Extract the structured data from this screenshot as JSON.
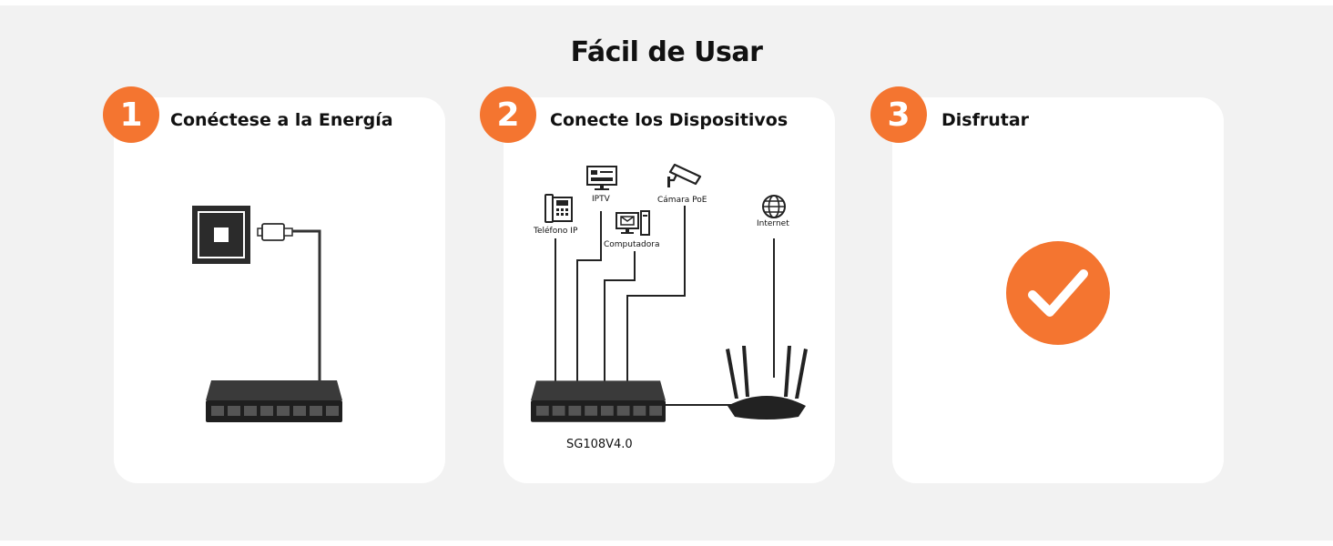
{
  "page": {
    "title": "Fácil de Usar"
  },
  "colors": {
    "accent": "#f47530",
    "background": "#f2f2f2",
    "card": "#ffffff",
    "device": "#2b2b2b"
  },
  "steps": [
    {
      "number": "1",
      "title": "Conéctese a la Energía",
      "icons": [
        "power-outlet-icon",
        "power-plug-icon",
        "network-switch-icon"
      ]
    },
    {
      "number": "2",
      "title": "Conecte los Dispositivos",
      "devices": {
        "ip_phone": "Teléfono IP",
        "iptv": "IPTV",
        "computer": "Computadora",
        "poe_camera": "Cámara PoE",
        "internet": "Internet"
      },
      "model": "SG108V4.0"
    },
    {
      "number": "3",
      "title": "Disfrutar",
      "icons": [
        "check-icon"
      ]
    }
  ]
}
